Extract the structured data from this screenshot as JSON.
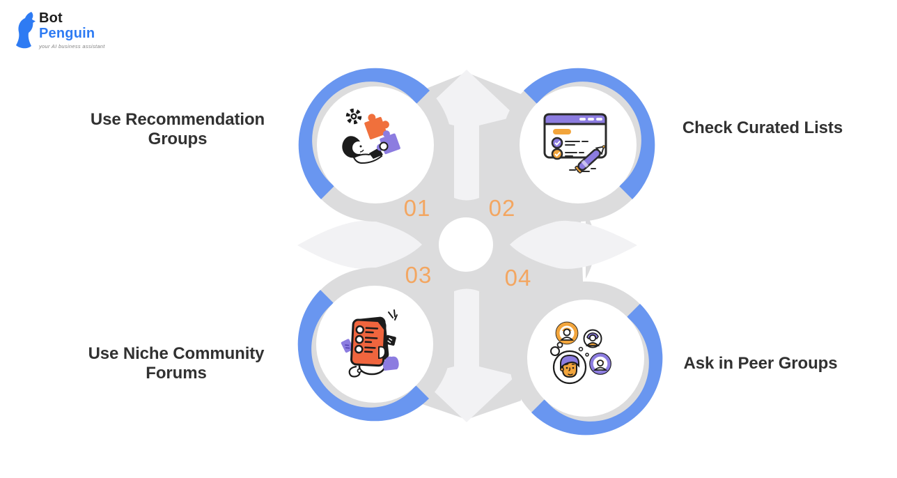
{
  "logo": {
    "brand_top": "Bot",
    "brand_bottom": "Penguin",
    "tagline": "your AI business assistant"
  },
  "diagram": {
    "items": [
      {
        "number": "01",
        "label": "Use Recommendation Groups",
        "icon": "puzzle-teamwork-illustration"
      },
      {
        "number": "02",
        "label": "Check Curated Lists",
        "icon": "checklist-pen-illustration"
      },
      {
        "number": "03",
        "label": "Use Niche Community Forums",
        "icon": "clipboard-tasks-illustration"
      },
      {
        "number": "04",
        "label": "Ask in Peer Groups",
        "icon": "peer-avatars-illustration"
      }
    ],
    "colors": {
      "accent_blue": "#6996F0",
      "ring_gray": "#DCDCDD",
      "star_light_gray": "#F2F2F4",
      "number_orange": "#F3A661",
      "label_text": "#313131",
      "logo_blue": "#2E7BF3",
      "logo_black": "#1C1C1C",
      "tagline_gray": "#828282",
      "illustration_red_orange": "#F0653E",
      "illustration_yellow_orange": "#F2A53C",
      "illustration_purple": "#8C7CE0"
    }
  }
}
